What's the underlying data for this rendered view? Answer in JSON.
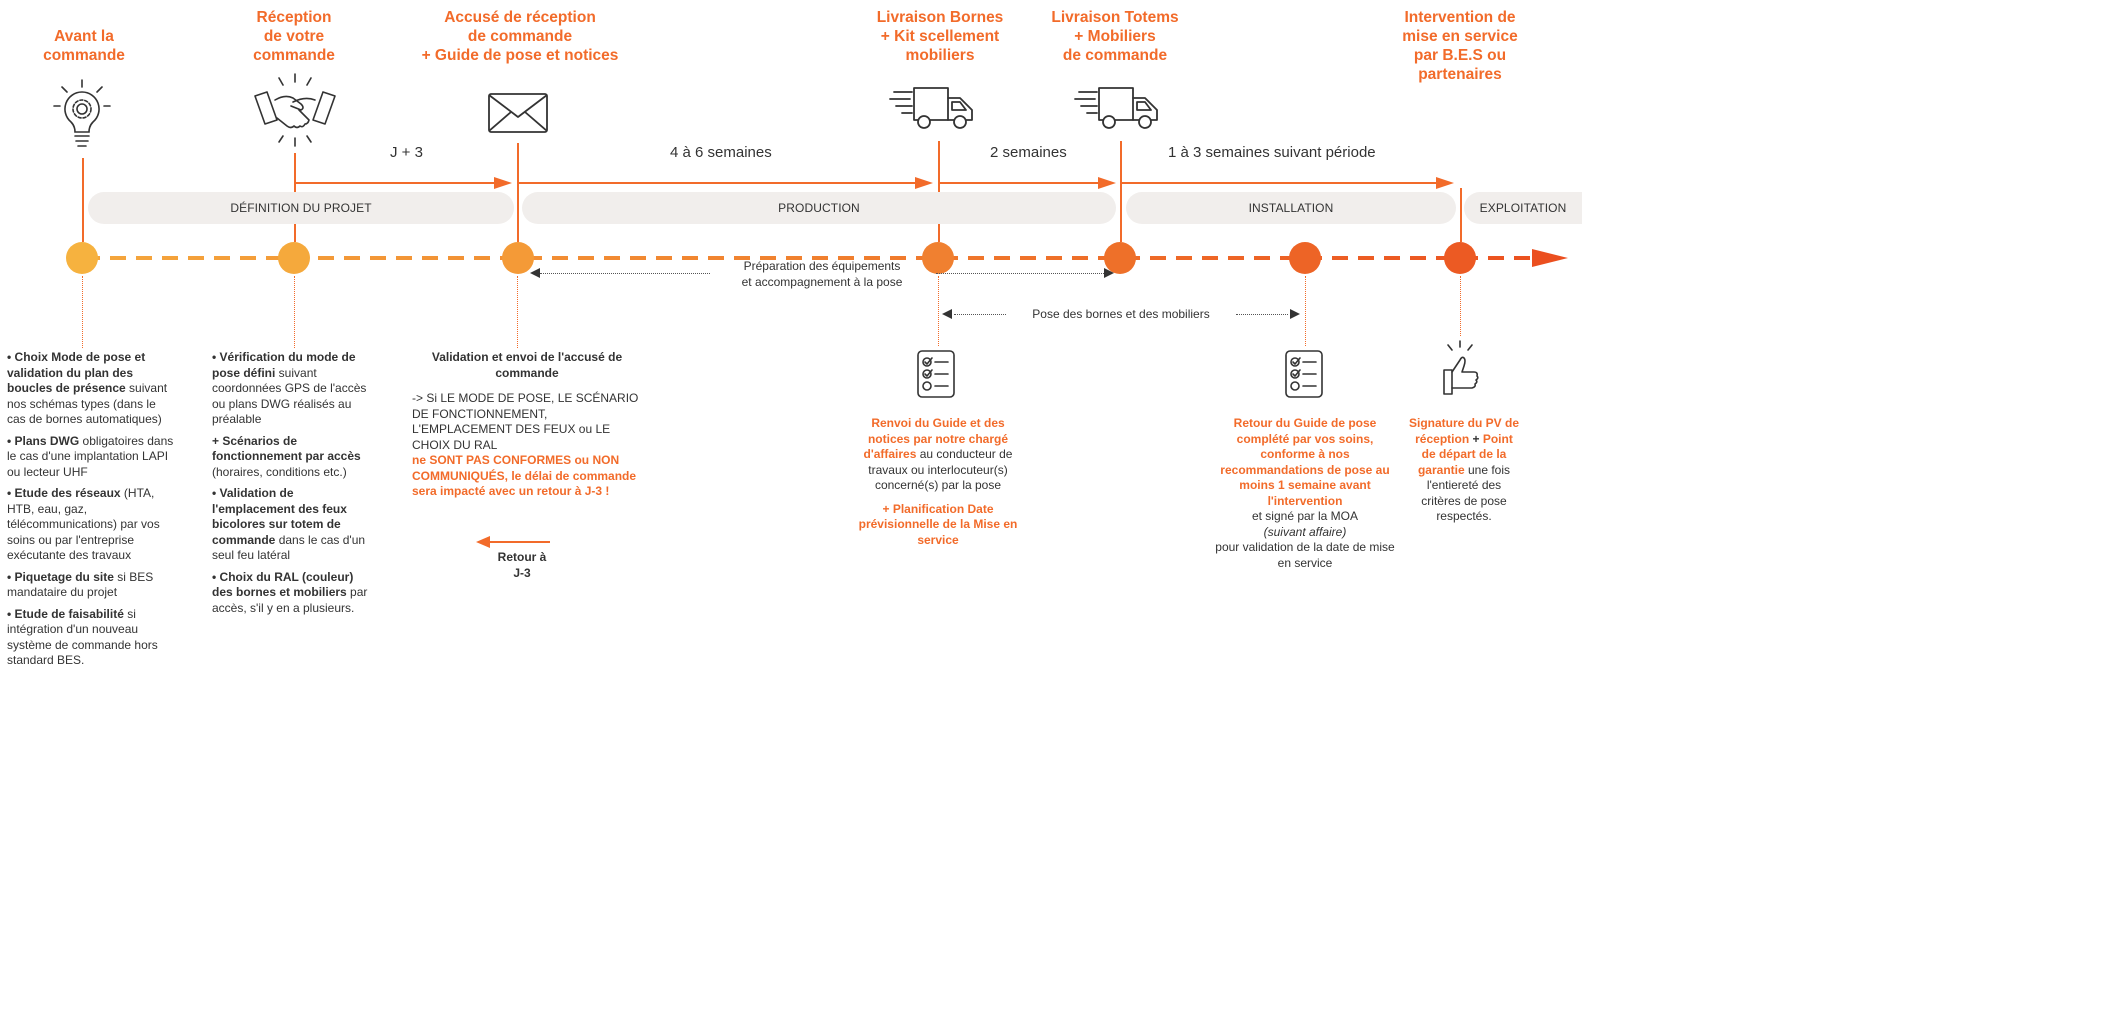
{
  "stages": [
    {
      "title": "Avant la\ncommande",
      "icon": "lightbulb-gear-icon"
    },
    {
      "title": "Réception\nde votre\ncommande",
      "icon": "handshake-icon"
    },
    {
      "title": "Accusé de réception\nde commande\n+ Guide de pose et notices",
      "icon": "envelope-icon"
    },
    {
      "title": "Livraison Bornes\n+ Kit scellement\nmobiliers",
      "icon": "delivery-truck-icon"
    },
    {
      "title": "Livraison Totems\n+ Mobiliers\nde commande",
      "icon": "delivery-truck-icon"
    },
    {
      "title": "Intervention de\nmise en service\npar B.E.S ou\npartenaires",
      "icon": "none"
    }
  ],
  "durations": [
    "J + 3",
    "4 à 6 semaines",
    "2 semaines",
    "1 à 3 semaines suivant période"
  ],
  "phases": [
    "DÉFINITION DU PROJET",
    "PRODUCTION",
    "INSTALLATION",
    "EXPLOITATION"
  ],
  "annotations": {
    "preparation": "Préparation des équipements\net accompagnement à la pose",
    "pose": "Pose des bornes et des mobiliers"
  },
  "col1": {
    "i1_b": "• Choix Mode de pose et validation du plan des boucles de présence",
    "i1_t": " suivant nos schémas types (dans le cas de bornes automatiques)",
    "i2_b": "• Plans DWG",
    "i2_t": " obligatoires dans le cas d'une implantation LAPI ou lecteur UHF",
    "i3_b": "• Etude des réseaux",
    "i3_t": " (HTA, HTB, eau, gaz, télécommunications) par vos soins ou par l'entreprise exécutante des travaux",
    "i4_b": "• Piquetage du site",
    "i4_t": " si BES mandataire du projet",
    "i5_b": "• Etude de faisabilité",
    "i5_t": " si intégration d'un nouveau système de commande hors standard BES."
  },
  "col2": {
    "i1_b": "• Vérification du mode de pose défini",
    "i1_t": " suivant coordonnées GPS de l'accès ou plans DWG réalisés au préalable",
    "i2_b": "+ Scénarios de fonctionnement par accès",
    "i2_t": " (horaires, conditions etc.)",
    "i3_b": "• Validation de l'emplacement des feux bicolores sur totem de commande",
    "i3_t": " dans le cas d'un seul feu latéral",
    "i4_b": "• Choix du RAL (couleur) des bornes et mobiliers",
    "i4_t": " par accès, s'il y en a plusieurs."
  },
  "col3": {
    "title": "Validation et envoi de l'accusé de commande",
    "t1": "-> Si LE MODE DE POSE, LE SCÉNARIO DE FONCTIONNEMENT, L'EMPLACEMENT DES FEUX ou LE CHOIX DU RAL",
    "o1": "ne SONT PAS CONFORMES ou NON COMMUNIQUÉS, le délai de commande sera impacté avec un retour à J-3 !",
    "retour": "Retour à\nJ-3"
  },
  "col4": {
    "o1": "Renvoi du Guide et des notices par notre chargé d'affaires",
    "t1": " au conducteur de travaux ou interlocuteur(s) concerné(s) par la pose",
    "o2": "+ Planification Date prévisionnelle de la Mise en service"
  },
  "col5": {
    "o1": "Retour du Guide de pose complété par vos soins, conforme à nos recommandations de pose au moins 1 semaine avant l'intervention",
    "t1": "et signé par la MOA",
    "t2": "(suivant affaire)",
    "t3": "pour validation de la date de mise en service"
  },
  "col6": {
    "o1": "Signature du PV de réception",
    "b1": " + ",
    "o2": "Point de départ de la garantie",
    "t1": " une fois l'entiereté des critères de pose respectés."
  },
  "colors": {
    "orange": "#f26b2a",
    "dot_yellow": "#f5a93c",
    "dot_orange": "#f07f2e",
    "dot_red": "#ec5a23",
    "pill": "#f1eeec"
  }
}
